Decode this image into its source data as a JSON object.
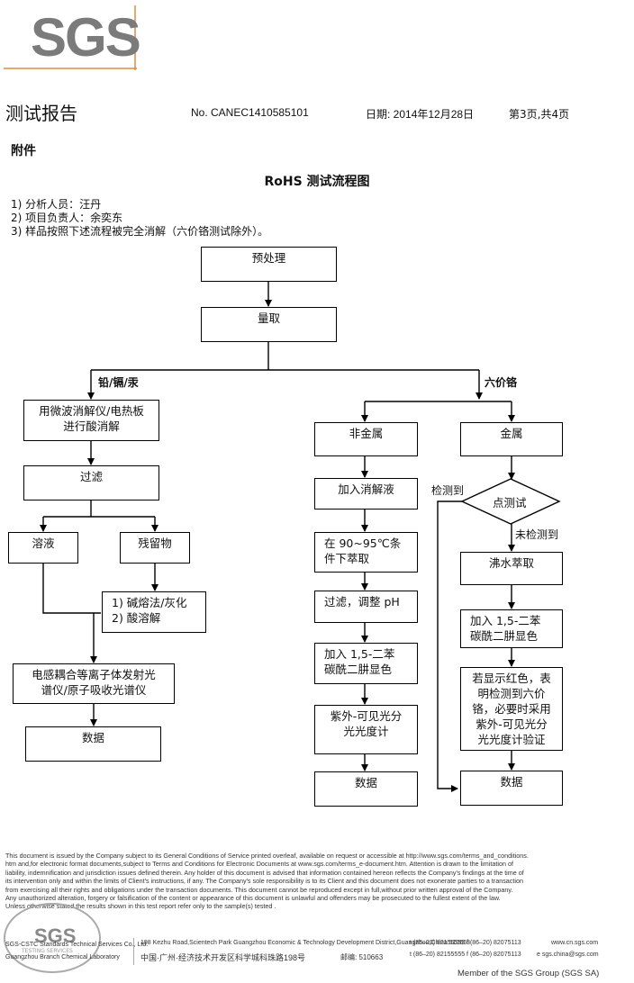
{
  "header": {
    "logo": "SGS",
    "title": "测试报告",
    "report_no": "No. CANEC1410585101",
    "date": "日期: 2014年12月28日",
    "page": "第3页,共4页"
  },
  "annex": "附件",
  "doc_title": "RoHS 测试流程图",
  "notes": [
    "1)  分析人员：汪丹",
    "2)  项目负责人：余奕东",
    "3)  样品按照下述流程被完全消解（六价铬测试除外）。"
  ],
  "flow": {
    "pretreat": "预处理",
    "weigh": "量取",
    "branch_left": "铅/镉/汞",
    "branch_right": "六价铬",
    "digest_line1": "用微波消解仪/电热板",
    "digest_line2": "进行酸消解",
    "filter": "过滤",
    "solution": "溶液",
    "residue": "残留物",
    "residue_method1": "1)  碱熔法/灰化",
    "residue_method2": "2)  酸溶解",
    "icp_line1": "电感耦合等离子体发射光",
    "icp_line2": "谱仪/原子吸收光谱仪",
    "data_left": "数据",
    "nonmetal": "非金属",
    "add_digest": "加入消解液",
    "extract_line1": "在  90~95℃条",
    "extract_line2": "件下萃取",
    "filter_ph": "过滤，调整 pH",
    "add_dpc_line1": "加入  1,5-二苯",
    "add_dpc_line2": "碳酰二肼显色",
    "uvvis_line1": "紫外-可见光分",
    "uvvis_line2": "光光度计",
    "data_mid": "数据",
    "metal": "金属",
    "spot_test": "点测试",
    "detected": "检测到",
    "not_detected": "未检测到",
    "boil": "沸水萃取",
    "add_dpc2_line1": "加入  1,5-二苯",
    "add_dpc2_line2": "碳酰二肼显色",
    "verify_line1": "若显示红色，表",
    "verify_line2": "明检测到六价",
    "verify_line3": "铬，必要时采用",
    "verify_line4": "紫外-可见光分",
    "verify_line5": "光光度计验证",
    "data_right": "数据"
  },
  "footer": {
    "line1": "This document is issued by the Company subject to its General Conditions of Service printed overleaf, available on request or accessible at http://www.sgs.com/terms_and_conditions.",
    "line2": "htm and,for electronic format documents,subject to Terms and Conditions for Electronic Documents at www.sgs.com/terms_e-document.htm. Attention is drawn to the limitation of",
    "line3": "liability, indemnification and jurisdiction issues defined therein. Any holder of this document is advised that information contained hereon reflects the Company's findings at the time of",
    "line4": "its intervention only and within the limits of Client's instructions, if any. The Company's sole responsibility is to its Client and this document does not exonerate parties to a transaction",
    "line5": "from exercising all their rights and obligations under the transaction documents. This document cannot be reproduced except in full,without prior written approval of the Company.",
    "line6": "Any unauthorized alteration, forgery or falsification of the content or appearance of this document is unlawful and offenders may be prosecuted to the fullest extent of the law.",
    "line7": "Unless otherwise stated the results shown in this test report refer only to the sample(s) tested .",
    "stamp": "SGS",
    "stamp_ring": "TESTING SERVICES",
    "company1": "SGS-CSTC Standards Technical Services Co., Ltd.",
    "company2": "Guangzhou Branch Chemical Laboratory",
    "addr_en": "198 Kezhu Road,Scientech Park Guangzhou Economic & Technology Development District,Guangzhou,China  510663",
    "addr_cn": "中国·广州·经济技术开发区科学城科珠路198号",
    "postcode_cn": "邮编: 510663",
    "tel1": "t (86–20) 82155555   f (86–20) 82075113",
    "tel2": "t (86–20) 82155555   f (86–20) 82075113",
    "web": "www.cn.sgs.com",
    "email": "e  sgs.china@sgs.com",
    "member": "Member of the SGS Group (SGS SA)"
  }
}
